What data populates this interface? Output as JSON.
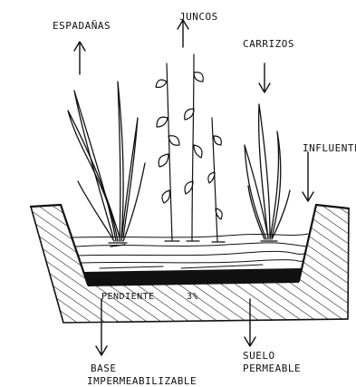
{
  "labels": {
    "espadanas": "ESPADAÑAS",
    "juncos": "JUNCOS",
    "carrizos": "CARRIZOS",
    "influente": "INFLUENTE",
    "pendiente": "PENDIENTE",
    "pendiente_value": "3%",
    "base_line1": "BASE",
    "base_line2": "IMPERMEABILIZABLE",
    "suelo_line1": "SUELO",
    "suelo_line2": "PERMEABLE"
  },
  "colors": {
    "ink": "#111111",
    "paper": "#ffffff"
  }
}
